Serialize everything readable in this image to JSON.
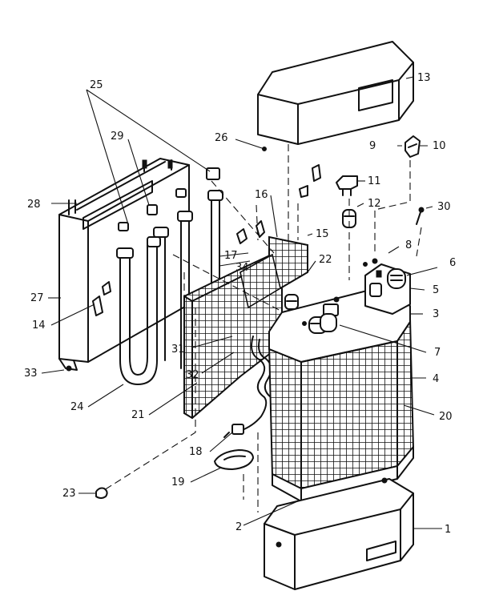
{
  "labels": [
    {
      "id": "1",
      "text": "1"
    },
    {
      "id": "2",
      "text": "2"
    },
    {
      "id": "3",
      "text": "3"
    },
    {
      "id": "4",
      "text": "4"
    },
    {
      "id": "5",
      "text": "5"
    },
    {
      "id": "6",
      "text": "6"
    },
    {
      "id": "7",
      "text": "7"
    },
    {
      "id": "8",
      "text": "8"
    },
    {
      "id": "9",
      "text": "9"
    },
    {
      "id": "10",
      "text": "10"
    },
    {
      "id": "11",
      "text": "11"
    },
    {
      "id": "12",
      "text": "12"
    },
    {
      "id": "13",
      "text": "13"
    },
    {
      "id": "14",
      "text": "14"
    },
    {
      "id": "15",
      "text": "15"
    },
    {
      "id": "16",
      "text": "16"
    },
    {
      "id": "17",
      "text": "17"
    },
    {
      "id": "18",
      "text": "18"
    },
    {
      "id": "19",
      "text": "19"
    },
    {
      "id": "20",
      "text": "20"
    },
    {
      "id": "21",
      "text": "21"
    },
    {
      "id": "22",
      "text": "22"
    },
    {
      "id": "23",
      "text": "23"
    },
    {
      "id": "24",
      "text": "24"
    },
    {
      "id": "25",
      "text": "25"
    },
    {
      "id": "26",
      "text": "26"
    },
    {
      "id": "27",
      "text": "27"
    },
    {
      "id": "28",
      "text": "28"
    },
    {
      "id": "29",
      "text": "29"
    },
    {
      "id": "30",
      "text": "30"
    },
    {
      "id": "31",
      "text": "31"
    },
    {
      "id": "32",
      "text": "32"
    },
    {
      "id": "33",
      "text": "33"
    },
    {
      "id": "34",
      "text": "34"
    }
  ]
}
